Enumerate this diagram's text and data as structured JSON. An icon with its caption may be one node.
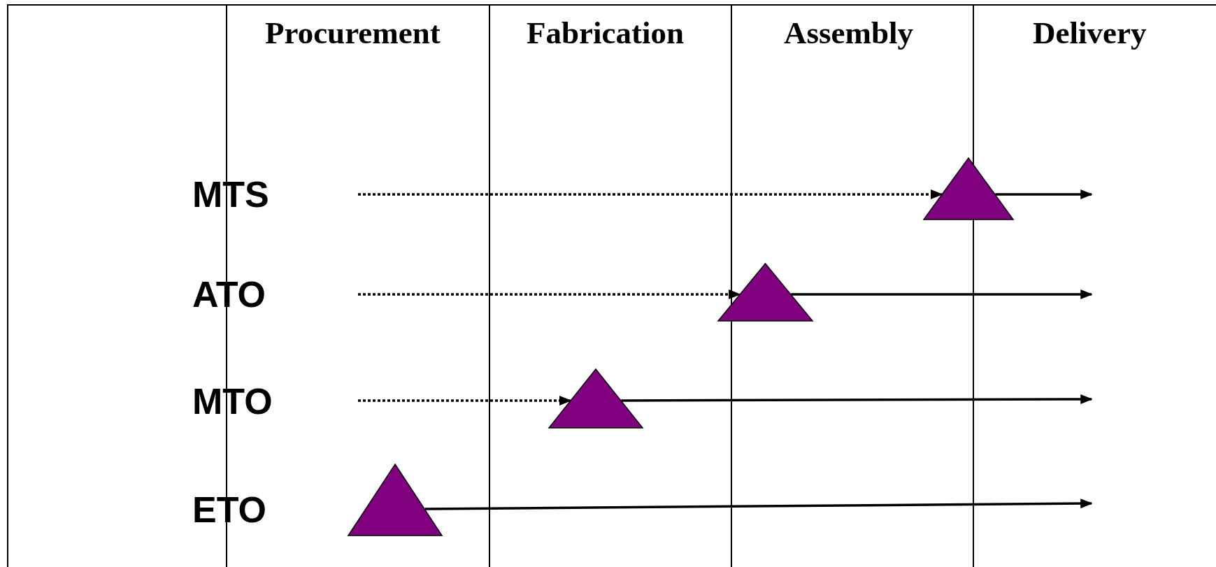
{
  "diagram": {
    "nodes": [
      {
        "text": [],
        "shape": "triangle"
      },
      {
        "text": [],
        "shape": "triangle"
      },
      {
        "text": [],
        "shape": "triangle"
      },
      {
        "text": [],
        "shape": "triangle"
      }
    ],
    "edges": [
      {
        "from": null,
        "to": 0,
        "arrow": "to",
        "style": "dashed"
      },
      {
        "from": 0,
        "to": null,
        "arrow": "to"
      },
      {
        "from": null,
        "to": 1,
        "arrow": "to",
        "style": "dashed"
      },
      {
        "from": 1,
        "to": null,
        "arrow": "to"
      },
      {
        "from": null,
        "to": 2,
        "arrow": "to",
        "style": "dashed"
      },
      {
        "from": 2,
        "to": null,
        "arrow": "to"
      },
      {
        "from": 3,
        "to": null,
        "arrow": "to"
      }
    ],
    "labels": [
      "Procurement",
      "Fabrication",
      "Assembly",
      "Delivery",
      "MTS",
      "ATO",
      "MTO",
      "ETO"
    ]
  }
}
